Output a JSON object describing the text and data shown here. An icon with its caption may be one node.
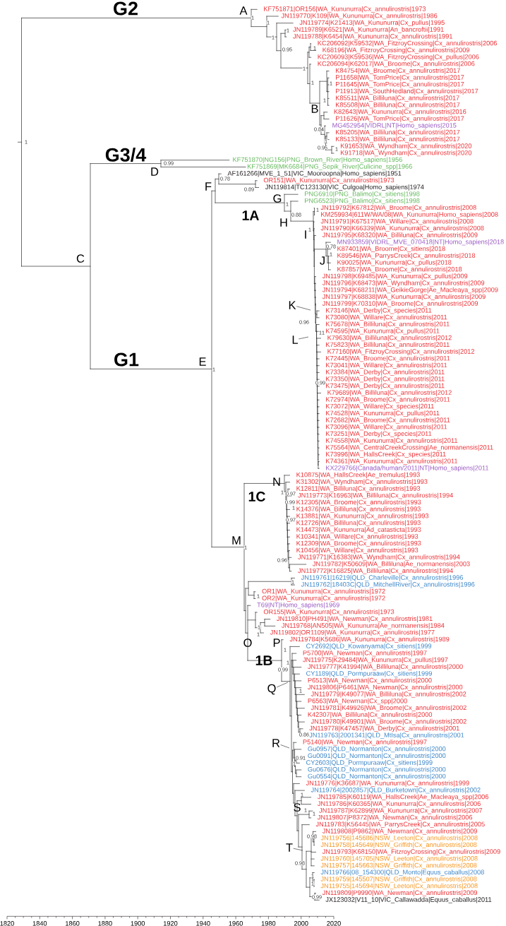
{
  "diagram": {
    "nodes": [
      {
        "text": [
          "K"
        ]
      },
      {
        "text": [
          "L"
        ]
      },
      {
        "text": [
          "Q"
        ]
      },
      {
        "text": [
          "R"
        ]
      },
      {
        "text": [
          "T"
        ]
      }
    ],
    "edges": [
      {
        "from": 0,
        "to": null,
        "arrow": "none"
      },
      {
        "from": 1,
        "to": null,
        "arrow": "none"
      },
      {
        "from": 2,
        "to": null,
        "arrow": "none"
      },
      {
        "from": 3,
        "to": null,
        "arrow": "none"
      },
      {
        "from": 4,
        "to": null,
        "arrow": "none"
      }
    ],
    "labels": [
      "KF751871|OR156|WA_Kununurra|Cx_annulirostris|1973",
      "JN119770|K109|WA_Kununurra|Cx_annulirostris|1986",
      "JN119774|K21413|WA_Kununurra|Cx_pullus|1995",
      "JN119789|K6521|WA_Kununurra|An_bancroftii|1991",
      "JN119788|K6454|WA_Kununurra|Cx_annulirostris|1991",
      "KC206092|K59532|WA_FitzroyCrossing|Cx_annulirostris|2006",
      "K68196|WA_FitzroyCrossing|Cx_annulirostris|2009",
      "KC206093|K59536|WA_FitzroyCrossing|Cx_pullus|2006",
      "KC206094|K62017|WA_Broome|Cx_annulirostris|2006",
      "K84754|WA_Broome|Cx_annulirostris|2017",
      "P11658|WA_TomPrice|Cx_annulirostris|2017",
      "P11645|WA_TomPrice|Cx_annulirostris|2017",
      "P11913|WA_SouthHedland|Cx_annulirostris|2017",
      "K85511|WA_Billiluna|Cx_annulirostris|2017",
      "K85508|WA_Billiluna|Cx_annulirostris|2017",
      "K82643|WA_Kununurra|Cx_annulirostris|2016",
      "P11626|WA_TomPrice|Cx_annulirostris|2017",
      "MG452954|VIDRL|NT|Homo_sapiens|2015",
      "K85205|WA_Billiluna|Cx_annulirostris|2017",
      "K85133|WA_Billiluna|Cx_annulirostris|2017",
      "K91653|WA_Wyndham|Cx_annulirostris|2020",
      "K91718|WA_Wyndham|Cx_annulirostris|2020",
      "KF751870|NG156|PNG_Brown_River|Homo_sapiens|1956",
      "KF751869|MK6684|PNG_Sepik_River|Culicine_spp|1966",
      "AF161266|MVE_1_51|VIC_Mooroopna|Homo_sapiens|1951",
      "OR151|WA_Kununurra|Cx_annulirostris|1973",
      "JN119814|TC123130|VIC_Culgoa|Homo_sapiens|1974",
      "PNG6910|PNG_Balimo|Cx_sitiens|1998",
      "PNG6523|PNG_Balimo|Cx_sitiens|1998",
      "JN119792|K67812|WA_Broome|Cx_annulirostris|2008",
      "KM259934|611W/WA/08|WA_Kununurra|Homo_sapiens|2008",
      "JN119791|K67517|WA_Willare|Cx_annulirostris|2008",
      "JN119790|K66339|WA_Kununurra|Cx_annulirostris|2008",
      "JN119795|K68320|WA_Billiluna|Cx_annulirostris|2009",
      "MN933859|VIDRL_MVE_070418|NT|Homo_sapiens|2018",
      "K87401|WA_Broome|Cx_sitiens|2018",
      "K89546|WA_ParrysCreek|Cx_annulirostris|2018",
      "K90025|WA_Kununurra|Cx_pullus|2018",
      "K87857|WA_Broome|Cx_annulirostris|2018",
      "JN119798|K69485|WA_Kununurra|Cx_pullus|2009",
      "JN119796|K68473|WA_Wyndham|Cx_annulirostris|2009",
      "JN119794|K68211|WA_GeikieGorge|Ae_Macleaya_spp|2009",
      "JN119797|K68838|WA_Kununurra|Cx_annulirostris|2009",
      "JN119799|K70310|WA_Broome|Cx_annulirostris|2009",
      "K73146|WA_Derby|Cx_species|2011",
      "K73080|WA_Willare|Cx_annulirostris|2011",
      "K75678|WA_Billiluna|Cx_annulirostris|2011",
      "K74595|WA_Kununurra|Cx_pullus|2011",
      "K79630|WA_Billiluna|Cx_annulirostris|2012",
      "K75823|WA_Billiluna|Cx_annulirostris|2011",
      "K77160|WA_FitzroyCrossing|Cx_annulirostris|2012",
      "K72445|WA_Broome|Cx_annulirostris|2011",
      "K73041|WA_Willare|Cx_annulirostris|2011",
      "K73384|WA_Derby|Cx_annulirostris|2011",
      "K73350|WA_Derby|Cx_annulirostris|2011",
      "K73475|WA_Derby|Cx_annulirostris|2011",
      "K79689|WA_Billiluna|Cx_annulirostris|2012",
      "K72974|WA_Broome|Cx_annulirostris|2011",
      "K73072|WA_Willare|Cx_species|2011",
      "K74528|WA_Kununurra|Cx_pullus|2011",
      "K72682|WA_Broome|Cx_annulirostris|2011",
      "K73096|WA_Willare|Cx_annulirostris|2011",
      "K73251|WA_Derby|Cx_species|2011",
      "K74558|WA_Kununurra|Cx_annulirostris|2011",
      "K75564|WA_CentralCreekCrossing|Ae_normanensis|2011",
      "K73996|WA_HallsCreek|Cx_species|2011",
      "K74361|WA_Kununurra|Cx_annulirostris|2011",
      "KX229766|Canada/human/2011|NT|Homo_sapiens|2011",
      "K10875|WA_HallsCreek|Ae_tremulus|1993",
      "K31302|WA_Wyndham|Cx_annulirostris|1993",
      "K12811|WA_Billiluna|Cx_annulirostris|1993",
      "JN119773|K16963|WA_Billiluna|Cx_annulirostris|1994",
      "K12305|WA_Broome|Cx_annulirostris|1993",
      "K14376|WA_Billiluna|Cx_annulirostris|1993",
      "K13881|WA_Kununurra|Cx_annulirostris|1993",
      "K12726|WA_Billiluna|Cx_annulirostris|1993",
      "K14473|WA_Kununurra|Ad_catasticta|1993",
      "K10341|WA_Willare|Cx_annulirostris|1993",
      "K12309|WA_Broome|Cx_annulirostris|1993",
      "K10456|WA_Willare|Cx_annulirostris|1993",
      "JN119771|K16383|WA_Wyndham|Cx_annulirostris|1994",
      "JN119782|K50609|WA_Billiluna|Ae_normanensis|2003",
      "JN119772|K16825|WA_Billiluna|Cx_annulirostris|1994",
      "JN119761|16219|QLD_Charleville|Cx_annulirostris|1996",
      "JN119762|18403C|QLD_MitchellRiver|Cx_annulirostris|1996",
      "OR1|WA_Kununurra|Cx_annulirostris|1972",
      "OR2|WA_Kununurra|Cx_annulirostris|1972",
      "T69|NT|Homo_sapiens|1969",
      "OR155|WA_Kununurra|Cx_annulirostris|1973",
      "JN119810|PH491|WA_Newman|Cx_annulirostris|1981",
      "JN119768|AN505|WA_Kununurra|Ae_normanensis|1984",
      "JN119802|OR1109|WA_Kununurra|Cx_annulirostris|1977",
      "JN119784|K5686|WA_Kununurra|Cx_annulirostris|1989",
      "CY2692|QLD_Kowanyama|Cx_sitiens|1999",
      "P5700|WA_Newman|Cx_annulirostris|1997",
      "JN119775|K29484|WA_Kununurra|Cx_pullus|1997",
      "JN119777|K41994|WA_Billiluna|Cx_annulirostris|2000",
      "CY1189|QLD_Pormpuraaw|Cx_sitiens|1999",
      "P6513|WA_Newman|Cx_annulirostris|2000",
      "JN119806|P6461|WA_Newman|Cx_annulirostris|2000",
      "JN119779|K49077|WA_Billiluna|Cx_annulirostris|2002",
      "P6563|WA_Newman|Cx_spp|2000",
      "JN119781|K49926|WA_Broome|Cx_annulirostris|2002",
      "K42307|WA_Billiluna|Cx_annulirostris|2000",
      "JN119780|K49901|WA_Broome|Cx_annulirostris|2002",
      "JN119778|K47457|WA_Derby|Cx_annulirostris|2001",
      "JN119763|2001341|QLD_MtIsa|Cx_annulirostris|2001",
      "P5140|WA_Newman|Cx_annulirostris|1997",
      "Gu0957|QLD_Normanton|Cx_annulirostris|2000",
      "Gu0091|QLD_Normanton|Cx_annulirostris|2000",
      "CY2603|QLD_Pormpuraaw|Cx_sitiens|1999",
      "Gu0676|QLD_Normanton|Cx_annulirostris|2000",
      "Gu0554|QLD_Normanton|Cx_annulirostris|2000",
      "JN119776|K36687|WA_Kununurra|Cx_annulirostris|1999",
      "JN119764|2002857|QLD_Burketown|Cx_annulirostris|2002",
      "JN119785|K60119|WA_HallsCreek|Ae_Macleaya_spp|2006",
      "JN119786|K60365|WA_Kununurra|Cx_annulirostris|2006",
      "JN119787|K62899|WA_Kununurra|Cx_annulirostris|2007",
      "JN119807|P8372|WA_Newman|Cx_annulirostris|2006",
      "JN119783|K56445|WA_ParrysCreek|Cx_annulirostris|2005",
      "JN119808|P9862|WA_Newman|Cx_annulirostris|2009",
      "JN119756|145686|NSW_Leeton|Cx_annulirostris|2008",
      "JN119758|145649|NSW_Griffith|Cx_annulirostris|2008",
      "JN119793|K68150|WA_FitzroyCrossing|Cx_annulirostris|2009",
      "JN119760|145705|NSW_Leeton|Cx_annulirostris|2008",
      "JN119757|145663|NSW_Griffith|Cx_annulirostris|2008",
      "JN119766|08_154300|QLD_Monto|Equus_caballus|2008",
      "JN119759|145507|NSW_Griffith|Cx_annulirostris|2008",
      "JN119755|145694|NSW_Leeton|Cx_annulirostris|2008",
      "JN119809|P9990|WA_Newman|Cx_annulirostris|2009",
      "JX123032|V11_10|VIC_Callawadda|Equus_caballus|2011",
      "G2",
      "A",
      "B",
      "G3/4",
      "D",
      "F",
      "G",
      "1A",
      "H",
      "I",
      "C",
      "J",
      "G1",
      "E",
      "N",
      "1C",
      "M",
      "O",
      "P",
      "1B",
      "S",
      "1",
      "1",
      "1",
      "1",
      "0.95",
      "1",
      "1",
      "1",
      "1",
      "1",
      "0.84",
      "1",
      "1",
      "0.95",
      "1",
      "0.99",
      "0.78",
      "0.89",
      "1",
      "1",
      "0.88",
      "1",
      "0.78",
      "1",
      "0.96",
      "1",
      "1",
      "1",
      "0.99",
      "1",
      "0.97",
      "0.99",
      "1",
      "0.97",
      "1",
      "0.96",
      "1",
      "1",
      "1",
      "1",
      "1",
      "1",
      "0.99",
      "1",
      "0.86",
      "1",
      "0.91",
      "1",
      "1",
      "1",
      "0.98",
      "0.98",
      "1",
      "1",
      "0.99",
      "1820",
      "1840",
      "1860",
      "1880",
      "1900",
      "1920",
      "1940",
      "1960",
      "1980",
      "2000",
      "2020"
    ]
  }
}
